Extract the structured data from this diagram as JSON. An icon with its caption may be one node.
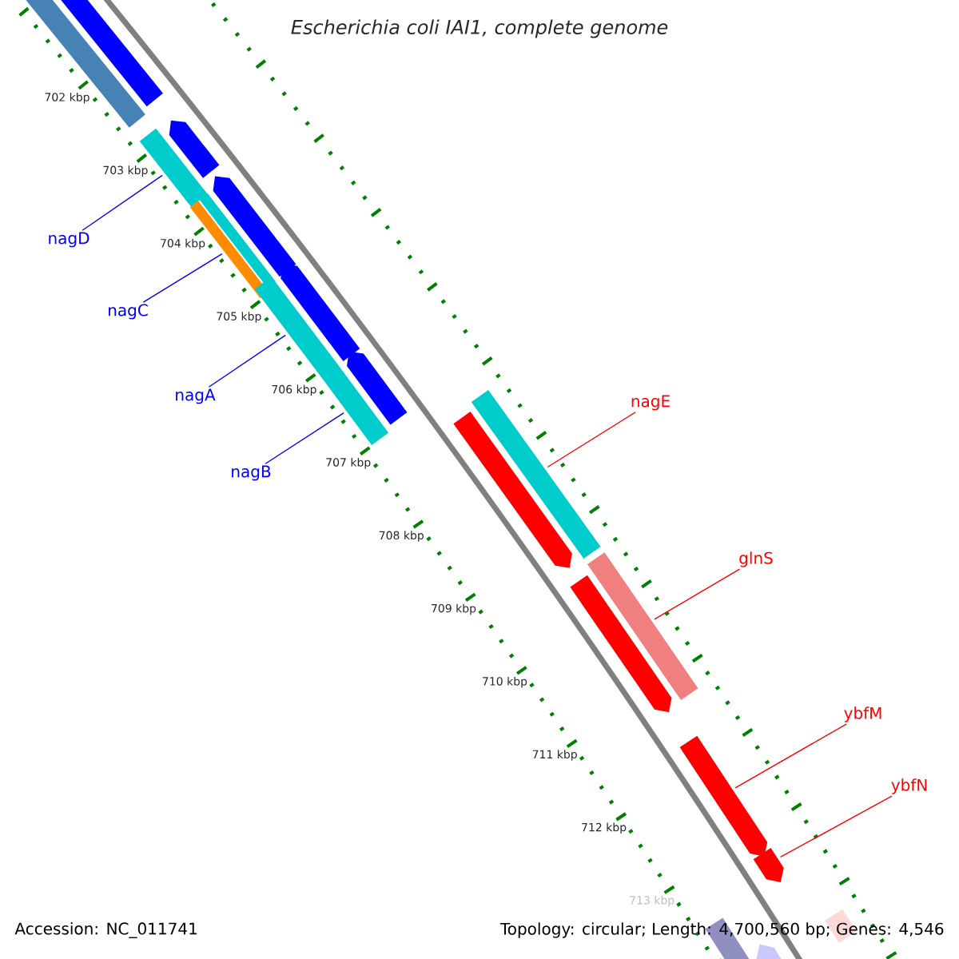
{
  "diagram": {
    "title": "Escherichia coli IAI1, complete genome",
    "nodes": [
      {
        "text": [
          "nagD"
        ]
      },
      {
        "text": [
          "nagC"
        ]
      },
      {
        "text": [
          "nagA"
        ]
      },
      {
        "text": [
          "nagB"
        ]
      },
      {
        "text": [
          "nagE"
        ]
      },
      {
        "text": [
          "glnS"
        ]
      },
      {
        "text": [
          "ybfM"
        ]
      },
      {
        "text": [
          "ybfN"
        ]
      },
      {
        "text": [],
        "shape": "bar"
      },
      {
        "text": [],
        "shape": "bar"
      },
      {
        "text": [],
        "shape": "bar"
      },
      {
        "text": [],
        "shape": "bar"
      },
      {
        "text": [],
        "shape": "bar"
      },
      {
        "text": [],
        "shape": "bar"
      },
      {
        "text": [],
        "shape": "bar"
      },
      {
        "text": [],
        "shape": "bar"
      },
      {
        "text": [],
        "shape": "bar"
      },
      {
        "text": [],
        "shape": "bar"
      },
      {
        "text": [],
        "shape": "bar"
      },
      {
        "text": [],
        "shape": "bar"
      },
      {
        "text": [],
        "shape": "bar"
      },
      {
        "text": [],
        "shape": "bar"
      },
      {
        "text": [],
        "shape": "bar"
      },
      {
        "text": [],
        "shape": "bar"
      },
      {
        "text": [],
        "shape": "bar"
      },
      {
        "text": [],
        "shape": "bar"
      },
      {
        "text": [],
        "shape": "bar"
      },
      {
        "text": [],
        "shape": "bar"
      }
    ],
    "edges": [
      {
        "from": 0,
        "to": 8,
        "arrow": "none",
        "color": "#0000ff"
      },
      {
        "from": 1,
        "to": 9,
        "arrow": "none",
        "color": "#0000ff"
      },
      {
        "from": 2,
        "to": 10,
        "arrow": "none",
        "color": "#0000ff"
      },
      {
        "from": 3,
        "to": 11,
        "arrow": "none",
        "color": "#0000ff"
      },
      {
        "from": 4,
        "to": 12,
        "arrow": "none",
        "color": "#ff0000"
      },
      {
        "from": 5,
        "to": 13,
        "arrow": "none",
        "color": "#ff0000"
      },
      {
        "from": 6,
        "to": 14,
        "arrow": "none",
        "color": "#ff0000"
      },
      {
        "from": 7,
        "to": 15,
        "arrow": "none",
        "color": "#ff0000"
      }
    ],
    "labels": [
      "702 kbp",
      "703 kbp",
      "704 kbp",
      "705 kbp",
      "706 kbp",
      "707 kbp",
      "708 kbp",
      "709 kbp",
      "710 kbp",
      "711 kbp",
      "712 kbp",
      "713 kbp",
      "Accession: NC_011741",
      "Topology: circular; Length: 4,700,560 bp; Genes: 4,546"
    ]
  }
}
